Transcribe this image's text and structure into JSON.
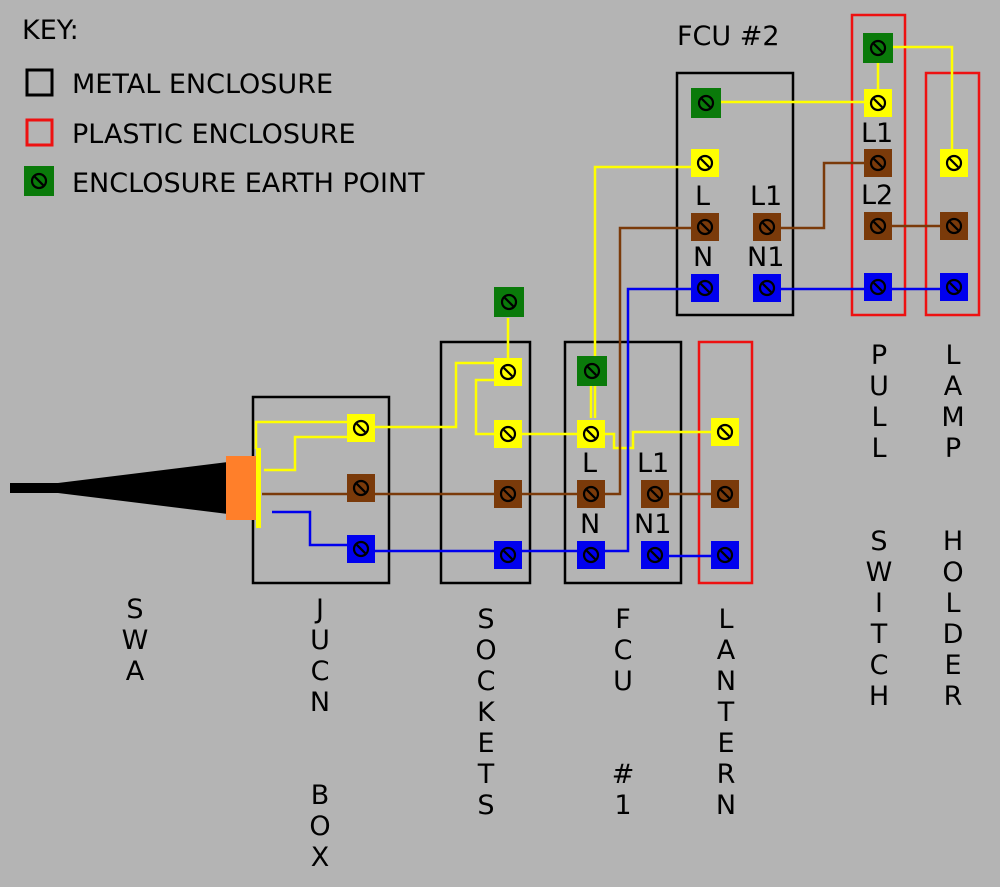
{
  "legend": {
    "title": "KEY:",
    "metal": "METAL ENCLOSURE",
    "plastic": "PLASTIC ENCLOSURE",
    "earth": "ENCLOSURE EARTH POINT"
  },
  "colors": {
    "background": "#b4b4b4",
    "earth_terminal": "#0a7a0a",
    "earth_wire": "#ffff00",
    "live": "#7a3a0a",
    "neutral": "#0000ee",
    "metal_outline": "#000000",
    "plastic_outline": "#ee1111",
    "gland": "#ff7f2a",
    "cable": "#000000"
  },
  "enclosures": {
    "swa": "SWA",
    "jucn_box": "JUCN  BOX",
    "sockets": "SOCKETS",
    "fcu1": "FCU  #1",
    "lantern": "LANTERN",
    "fcu2": "FCU #2",
    "pull_switch": "PULL  SWITCH",
    "lamp_holder": "LAMP  HOLDER"
  },
  "terminal_labels": {
    "fcu1_L": "L",
    "fcu1_L1": "L1",
    "fcu1_N": "N",
    "fcu1_N1": "N1",
    "fcu2_L": "L",
    "fcu2_L1": "L1",
    "fcu2_N": "N",
    "fcu2_N1": "N1",
    "ps_L1": "L1",
    "ps_L2": "L2"
  }
}
